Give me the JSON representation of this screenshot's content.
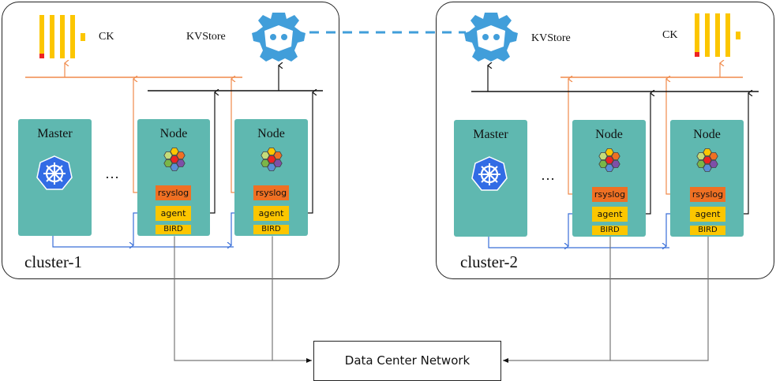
{
  "colors": {
    "node_bg": "#5fb8b0",
    "rsyslog": "#ef7023",
    "agent": "#fcc600",
    "bird": "#fcc600",
    "log_line": "#f08a4b",
    "agent_line": "#3a6fd8",
    "etcd_blue": "#419eda",
    "kube_blue": "#326ce5",
    "ck_yellow": "#fcc600",
    "ck_red": "#ee2222"
  },
  "clusters": [
    {
      "label": "cluster-1",
      "ck_label": "CK",
      "kvstore_label": "KVStore",
      "master": {
        "title": "Master",
        "icon": "kubernetes-icon"
      },
      "ellipsis": "…",
      "nodes": [
        {
          "title": "Node",
          "icon": "hexagon-cluster-icon",
          "rsyslog": "rsyslog",
          "agent": "agent",
          "bird": "BIRD"
        },
        {
          "title": "Node",
          "icon": "hexagon-cluster-icon",
          "rsyslog": "rsyslog",
          "agent": "agent",
          "bird": "BIRD"
        }
      ]
    },
    {
      "label": "cluster-2",
      "ck_label": "CK",
      "kvstore_label": "KVStore",
      "master": {
        "title": "Master",
        "icon": "kubernetes-icon"
      },
      "ellipsis": "…",
      "nodes": [
        {
          "title": "Node",
          "icon": "hexagon-cluster-icon",
          "rsyslog": "rsyslog",
          "agent": "agent",
          "bird": "BIRD"
        },
        {
          "title": "Node",
          "icon": "hexagon-cluster-icon",
          "rsyslog": "rsyslog",
          "agent": "agent",
          "bird": "BIRD"
        }
      ]
    }
  ],
  "network": {
    "label": "Data Center Network"
  }
}
